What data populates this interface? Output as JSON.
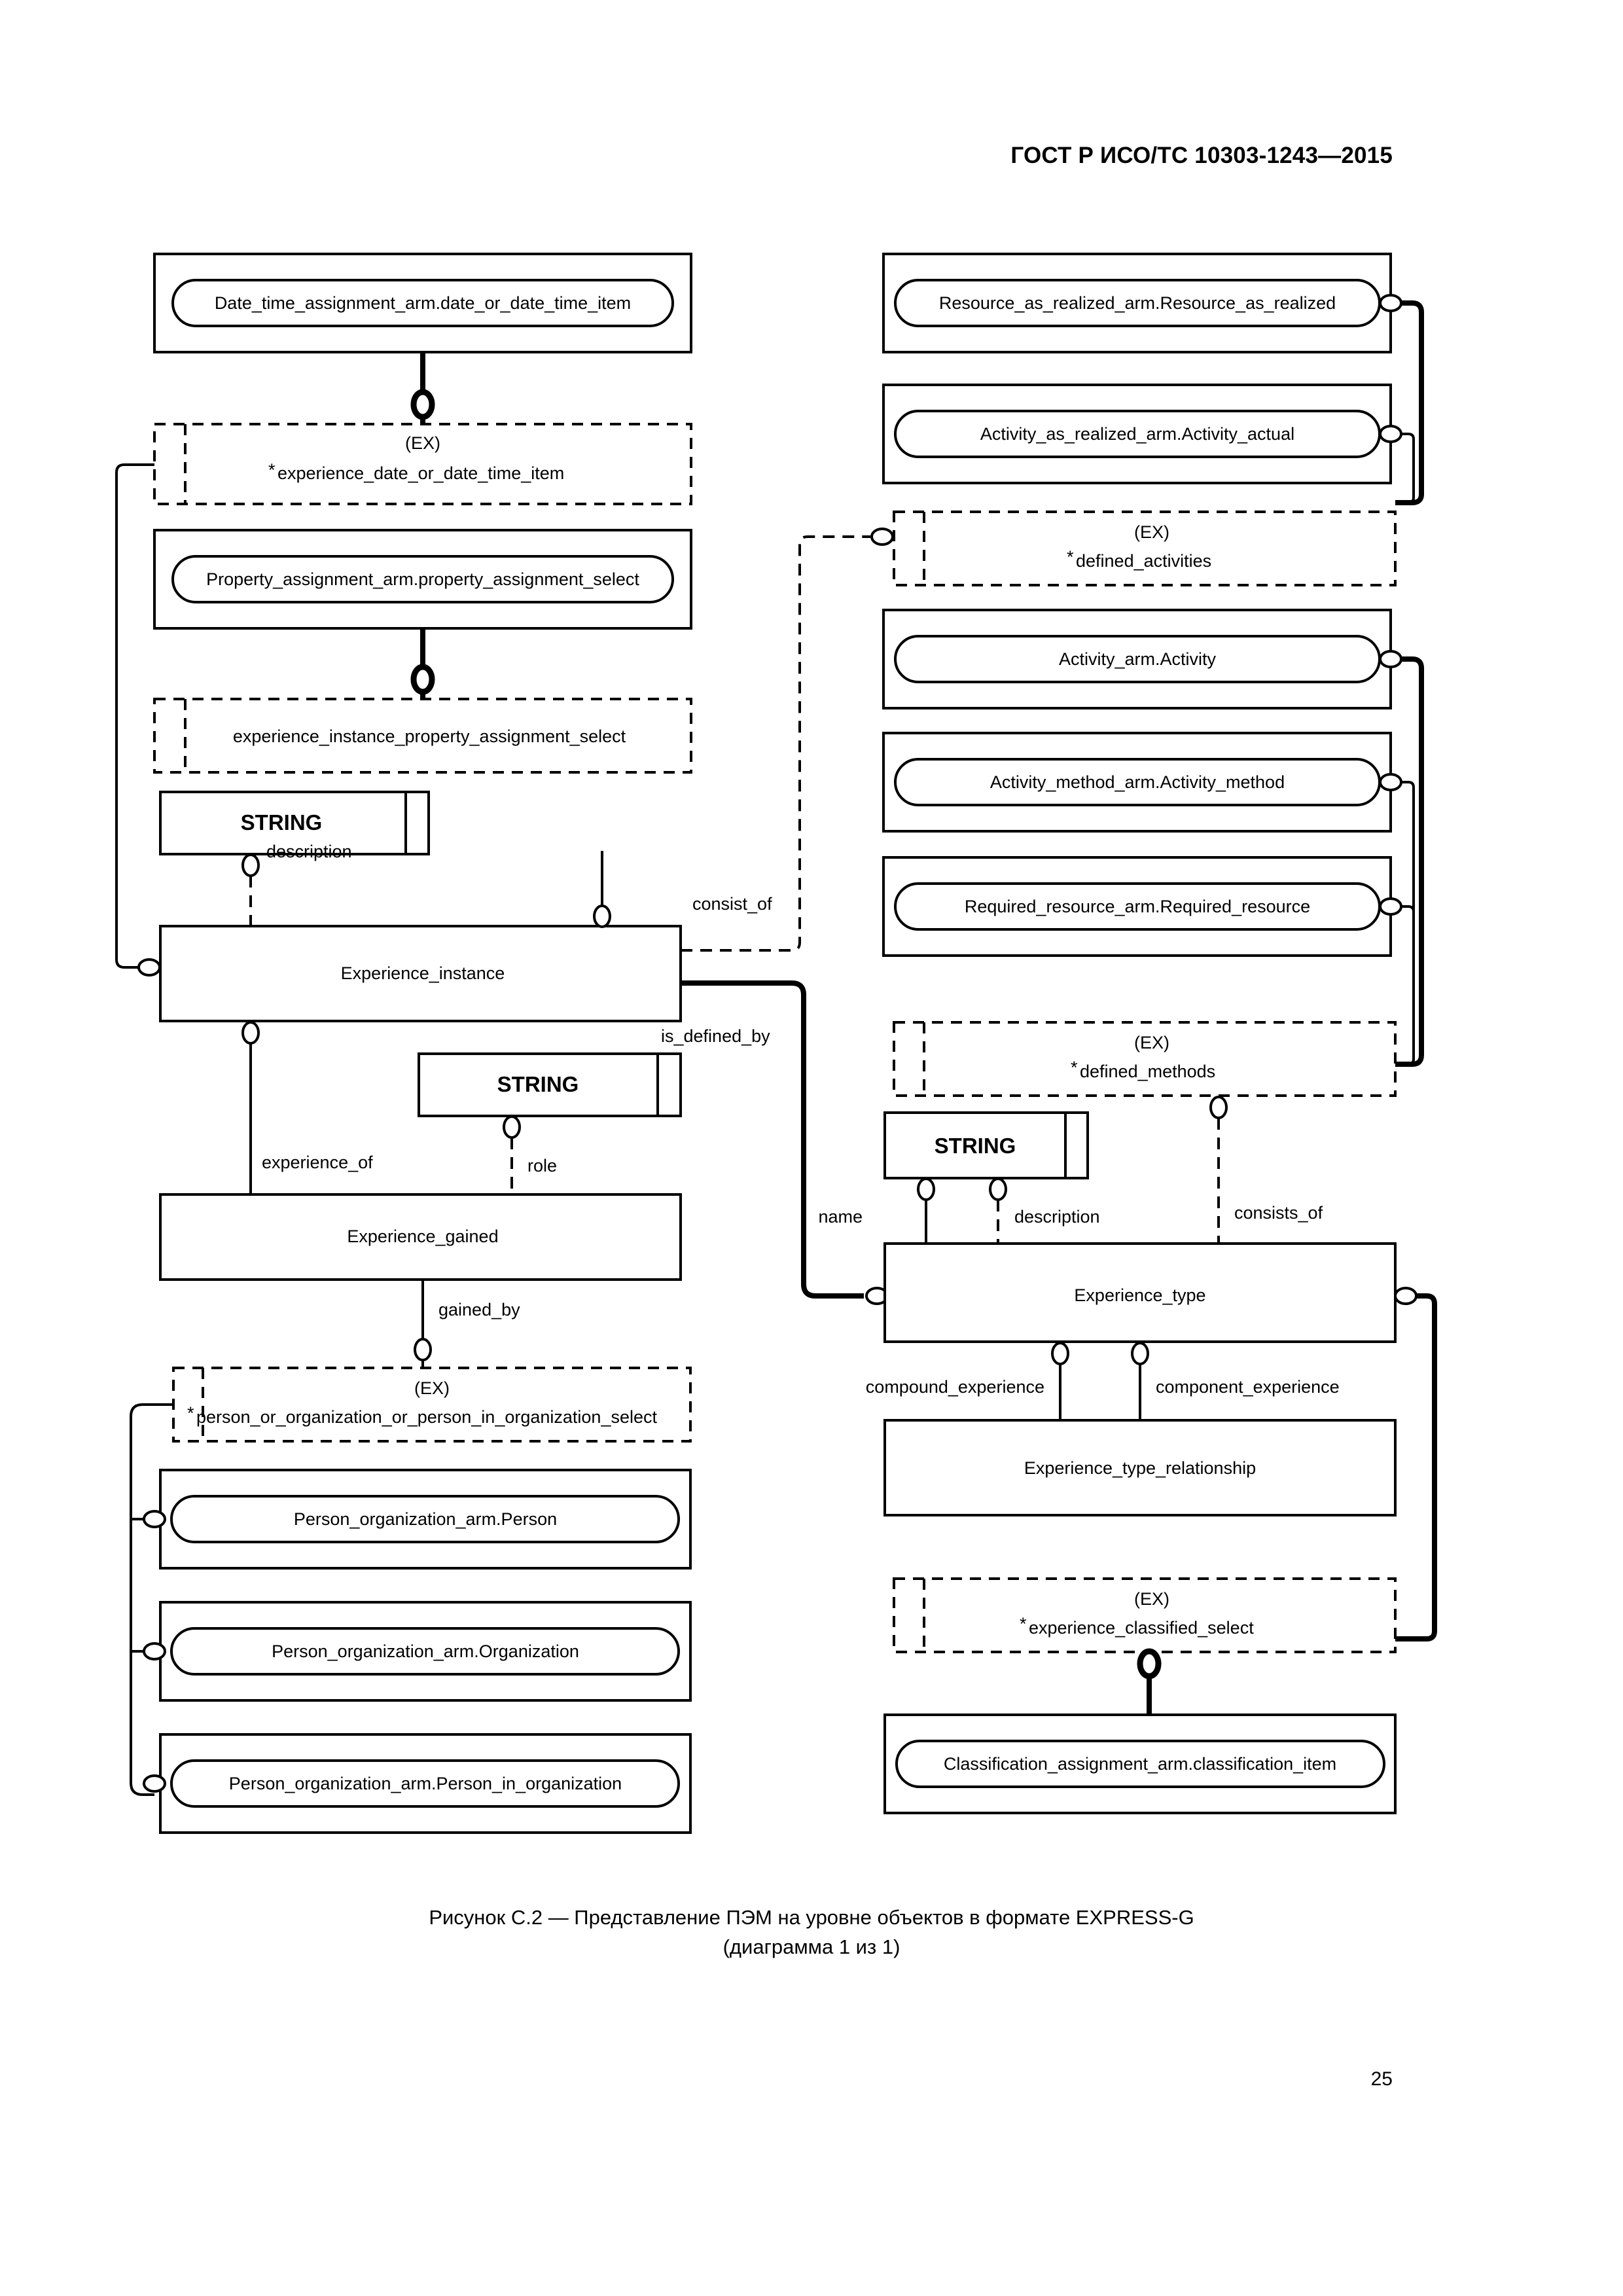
{
  "document": {
    "header": "ГОСТ Р ИСО/ТС 10303-1243—2015",
    "page_number": "25",
    "caption_line1": "Рисунок С.2 — Представление ПЭМ на уровне объектов в формате EXPRESS-G",
    "caption_line2": "(диаграмма 1 из 1)"
  },
  "diagram": {
    "type": "EXPRESS-G",
    "ex_marker": "(EX)",
    "asterisk": "*",
    "primitive_type": "STRING",
    "nodes": {
      "date_time_page": "Date_time_assignment_arm.date_or_date_time_item",
      "experience_date_select": "experience_date_or_date_time_item",
      "property_assignment_page": "Property_assignment_arm.property_assignment_select",
      "experience_instance_property_select": "experience_instance_property_assignment_select",
      "string_description_left": "STRING",
      "experience_instance": "Experience_instance",
      "string_role": "STRING",
      "experience_gained": "Experience_gained",
      "person_or_org_select": "person_or_organization_or_person_in_organization_select",
      "person_page": "Person_organization_arm.Person",
      "organization_page": "Person_organization_arm.Organization",
      "person_in_organization_page": "Person_organization_arm.Person_in_organization",
      "resource_as_realized_page": "Resource_as_realized_arm.Resource_as_realized",
      "activity_actual_page": "Activity_as_realized_arm.Activity_actual",
      "defined_activities_select": "defined_activities",
      "activity_page": "Activity_arm.Activity",
      "activity_method_page": "Activity_method_arm.Activity_method",
      "required_resource_page": "Required_resource_arm.Required_resource",
      "defined_methods_select": "defined_methods",
      "string_name_desc_right": "STRING",
      "experience_type": "Experience_type",
      "experience_type_relationship": "Experience_type_relationship",
      "experience_classified_select": "experience_classified_select",
      "classification_item_page": "Classification_assignment_arm.classification_item"
    },
    "attribute_labels": {
      "description_left": "description",
      "consist_of": "consist_of",
      "is_defined_by": "is_defined_by",
      "experience_of": "experience_of",
      "role": "role",
      "gained_by": "gained_by",
      "name": "name",
      "description_right": "description",
      "consists_of": "consists_of",
      "compound_experience": "compound_experience",
      "component_experience": "component_experience"
    }
  }
}
